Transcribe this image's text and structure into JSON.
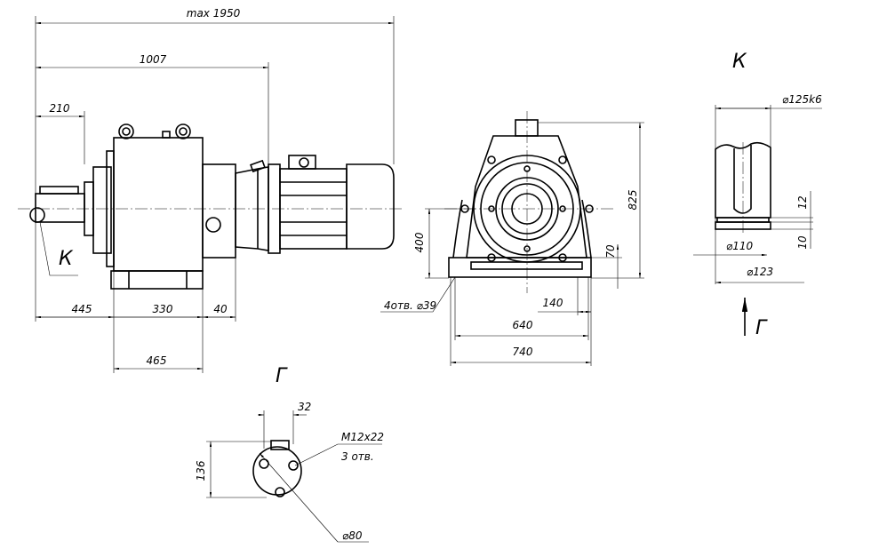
{
  "side_view": {
    "dim_overall": "max 1950",
    "dim_1007": "1007",
    "dim_210": "210",
    "view_label": "К",
    "dim_445": "445",
    "dim_330": "330",
    "dim_40": "40",
    "dim_465": "465"
  },
  "front_view": {
    "dim_400": "400",
    "holes_note": "4отв. ⌀39",
    "dim_825": "825",
    "dim_70": "70",
    "dim_140": "140",
    "dim_640": "640",
    "dim_740": "740"
  },
  "shaft_view": {
    "title": "К",
    "dim_125k6": "⌀125k6",
    "dim_12": "12",
    "dim_10": "10",
    "dim_110": "⌀110",
    "dim_123": "⌀123",
    "section_arrow_label": "Г"
  },
  "flange_view": {
    "title": "Г",
    "dim_32": "32",
    "thread_note": "M12x22",
    "thread_count": "3 отв.",
    "dim_136": "136",
    "dim_80": "⌀80"
  }
}
